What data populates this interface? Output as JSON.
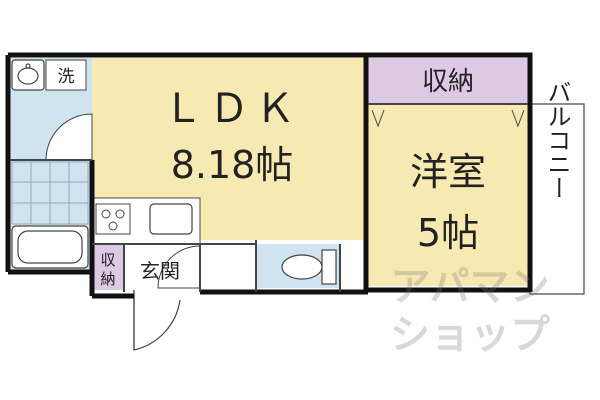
{
  "rooms": {
    "ldk": {
      "name": "ＬＤＫ",
      "size": "8.18帖"
    },
    "western": {
      "name": "洋室",
      "size": "5帖"
    },
    "closet_top": "収納",
    "closet_entry_line1": "収",
    "closet_entry_line2": "納",
    "entrance": "玄関",
    "washer": "洗",
    "balcony": "バルコニー"
  },
  "watermark": {
    "line1": "アパマン",
    "line2": "ショップ"
  },
  "colors": {
    "ldk": "#f6eab2",
    "western": "#f6eab2",
    "closet": "#ddc9e3",
    "wet": "#cfe3f1",
    "wall": "#111111",
    "line": "#444444",
    "balcony": "#ffffff"
  },
  "icons": [
    "stove-icon",
    "sink-icon",
    "bathtub-icon",
    "toilet-icon",
    "washbasin-icon",
    "door-swing-icon"
  ]
}
